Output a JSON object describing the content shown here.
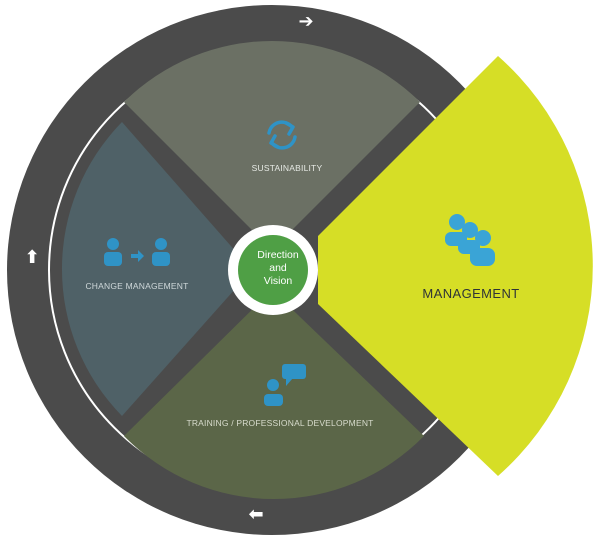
{
  "center": {
    "lines": [
      "Direction",
      "and",
      "Vision"
    ]
  },
  "segments": {
    "sustainability": {
      "label": "SUSTAINABILITY",
      "icon": "refresh-cycle-icon"
    },
    "change_management": {
      "label": "CHANGE MANAGEMENT",
      "icon": "person-transfer-icon"
    },
    "training": {
      "label": "TRAINING / PROFESSIONAL DEVELOPMENT",
      "icon": "speech-person-icon"
    },
    "management": {
      "label": "MANAGEMENT",
      "icon": "group-people-icon"
    }
  },
  "arrows": {
    "top": "➔",
    "bottom": "⬅",
    "left": "⬆"
  },
  "colors": {
    "outer_ring": "#4b4b4b",
    "sustainability": "#6b7064",
    "change_management": "#4f6167",
    "training": "#5b6648",
    "management": "#d6de26",
    "icon_blue": "#2f93c6",
    "icon_management": "#3aa4d6",
    "center_fill": "#4f9f45",
    "text_dark": "#2f3437",
    "text_light": "#e6e9e4"
  }
}
